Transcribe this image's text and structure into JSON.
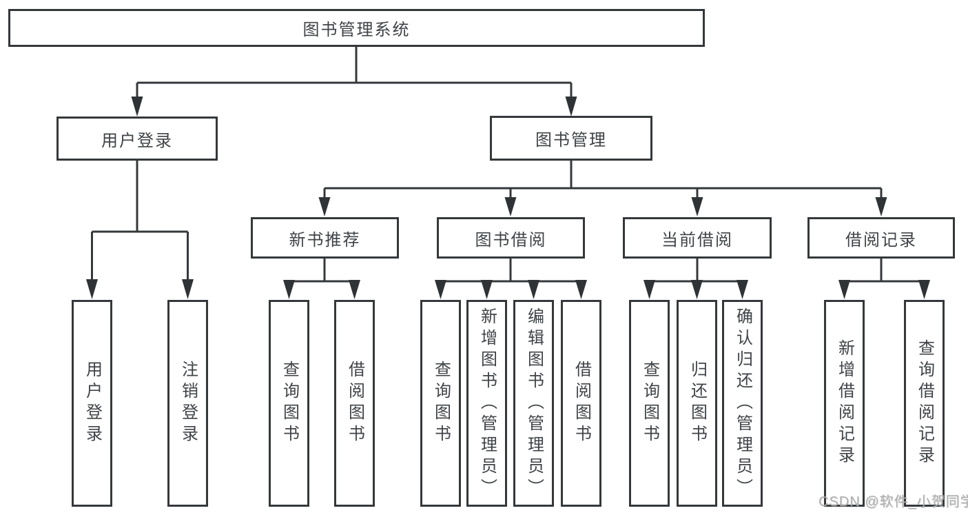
{
  "diagram": {
    "root": "图书管理系统",
    "level2": {
      "user_login": "用户登录",
      "book_mgmt": "图书管理"
    },
    "level3": {
      "new_book": "新书推荐",
      "book_borrow": "图书借阅",
      "current_borrow": "当前借阅",
      "borrow_record": "借阅记录"
    },
    "leaves": {
      "user_login": [
        "用户登录",
        "注销登录"
      ],
      "new_book": [
        "查询图书",
        "借阅图书"
      ],
      "book_borrow": [
        "查询图书",
        "新增图书（管理员）",
        "编辑图书（管理员）",
        "借阅图书"
      ],
      "current_borrow": [
        "查询图书",
        "归还图书",
        "确认归还（管理员）"
      ],
      "borrow_record": [
        "新增借阅记录",
        "查询借阅记录"
      ]
    }
  },
  "watermark": "CSDN @软件_小贺同学",
  "colors": {
    "line": "#34383b",
    "arrow": "#2f3336",
    "border": "#34383b",
    "text": "#3f4347",
    "background": "#ffffff",
    "watermark": "#b0b0b0"
  }
}
